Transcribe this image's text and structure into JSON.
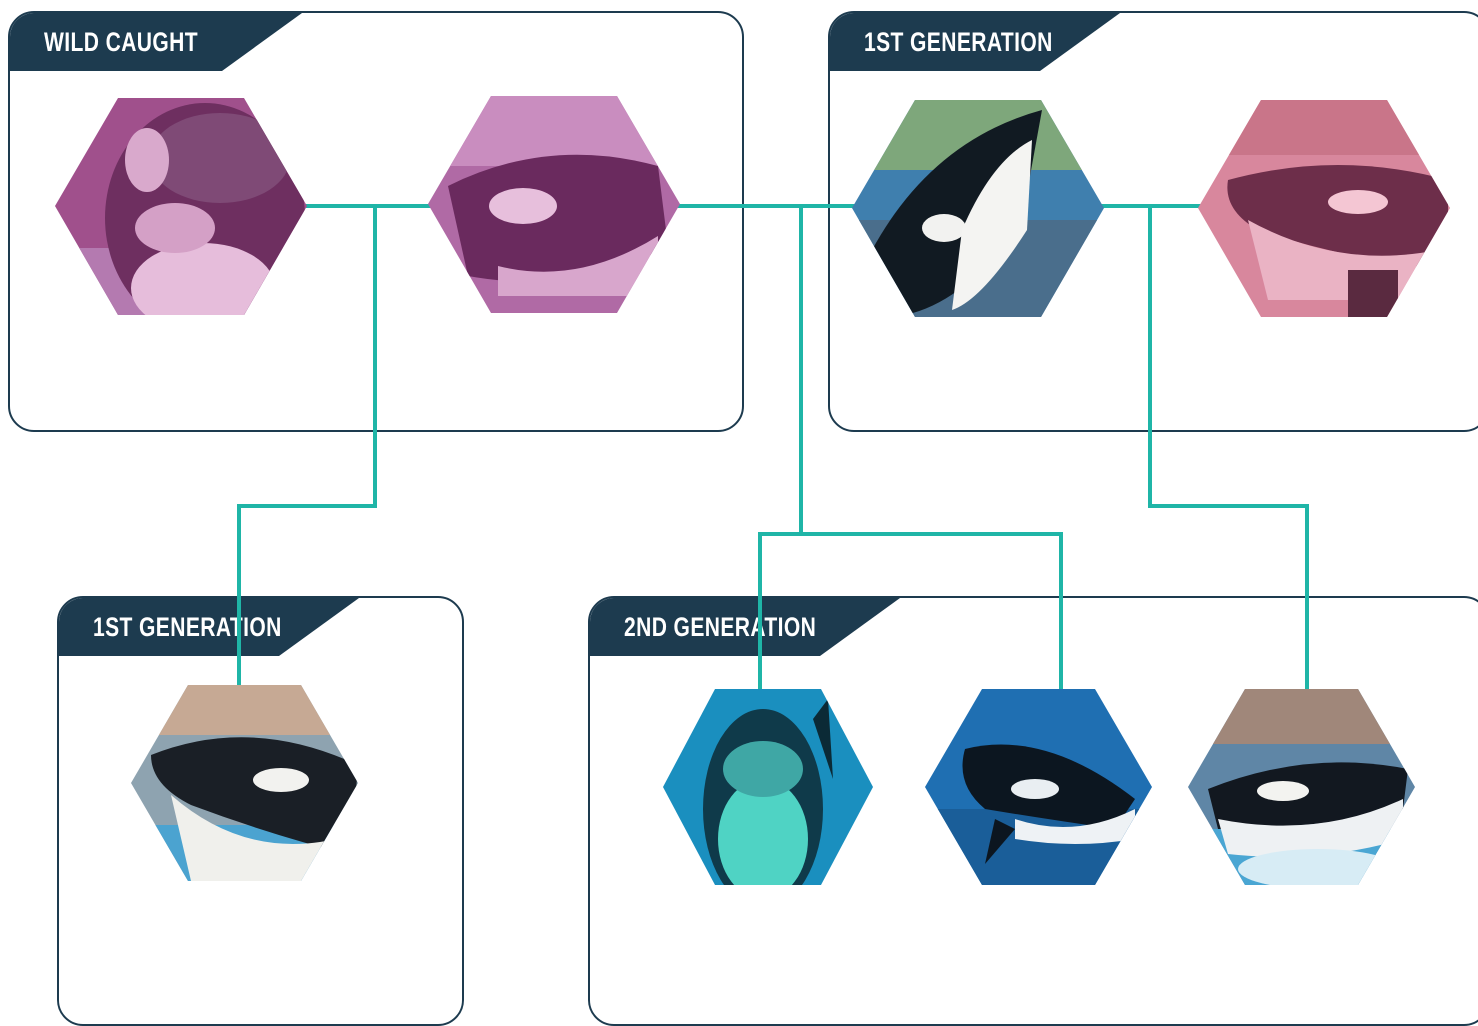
{
  "colors": {
    "panel_border": "#1d3b4f",
    "tab_background": "#1d3b4f",
    "tab_text": "#ffffff",
    "connector": "#1fb5a7",
    "wild_tint": "#a0508c"
  },
  "groups": {
    "wild_caught": {
      "label": "WILD CAUGHT"
    },
    "first_generation_top": {
      "label": "1ST GENERATION"
    },
    "first_generation_bottom": {
      "label": "1ST GENERATION"
    },
    "second_generation": {
      "label": "2ND GENERATION"
    }
  },
  "portraits": [
    {
      "group": "wild_caught",
      "image": "orca-photo",
      "tint": "purple"
    },
    {
      "group": "wild_caught",
      "image": "orca-photo",
      "tint": "purple"
    },
    {
      "group": "first_generation_top",
      "image": "orca-photo",
      "tint": "none"
    },
    {
      "group": "first_generation_top",
      "image": "orca-photo",
      "tint": "pink"
    },
    {
      "group": "first_generation_bottom",
      "image": "orca-photo",
      "tint": "none"
    },
    {
      "group": "second_generation",
      "image": "orca-photo",
      "tint": "none"
    },
    {
      "group": "second_generation",
      "image": "orca-photo",
      "tint": "none"
    },
    {
      "group": "second_generation",
      "image": "orca-photo",
      "tint": "none"
    }
  ]
}
